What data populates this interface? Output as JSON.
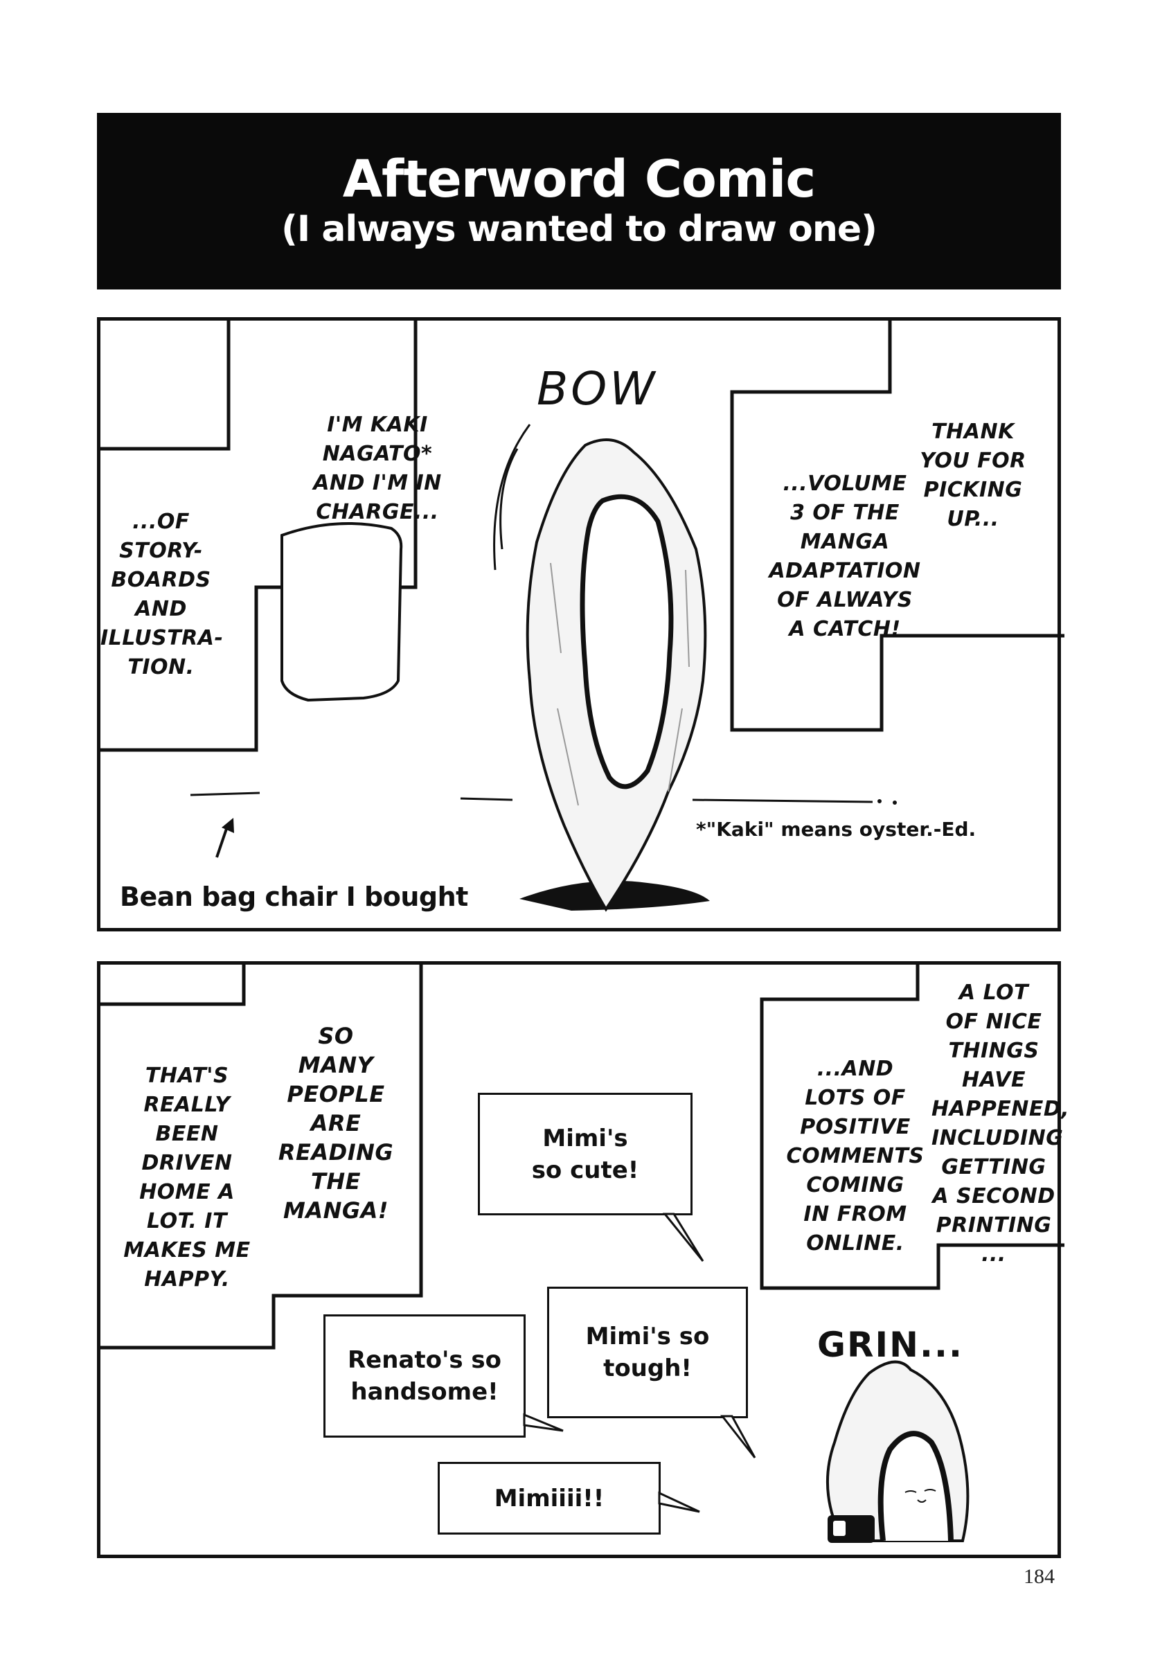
{
  "page": {
    "number": "184",
    "background": "#ffffff"
  },
  "header": {
    "title": "Afterword Comic",
    "subtitle": "(I always wanted to draw one)",
    "background": "#0a0a0a",
    "text_color": "#ffffff"
  },
  "panel1": {
    "captions": [
      {
        "id": "intro",
        "text": "I'M KAKI\nNAGATO*\nAND I'M IN\nCHARGE..."
      },
      {
        "id": "role",
        "text": "...OF\nSTORY-\nBOARDS\nAND\nILLUSTRA-\nTION."
      },
      {
        "id": "thanks",
        "text": "THANK\nYOU FOR\nPICKING\nUP..."
      },
      {
        "id": "volume",
        "text": "...VOLUME\n3 OF THE\nMANGA\nADAPTATION\nOF ALWAYS\nA CATCH!"
      }
    ],
    "sfx": "BOW",
    "arrow_label": "Bean bag chair I bought",
    "footnote": "*\"Kaki\" means oyster.-Ed."
  },
  "panel2": {
    "captions": [
      {
        "id": "happy",
        "text": "THAT'S\nREALLY\nBEEN\nDRIVEN\nHOME A\nLOT. IT\nMAKES ME\nHAPPY."
      },
      {
        "id": "reading",
        "text": "SO\nMANY\nPEOPLE\nARE\nREADING\nTHE\nMANGA!"
      },
      {
        "id": "comments",
        "text": "...AND\nLOTS OF\nPOSITIVE\nCOMMENTS\nCOMING\nIN FROM\nONLINE."
      },
      {
        "id": "nice-things",
        "text": "A LOT\nOF NICE\nTHINGS\nHAVE\nHAPPENED,\nINCLUDING\nGETTING\nA SECOND\nPRINTING\n..."
      }
    ],
    "bubbles": [
      {
        "id": "cute",
        "text": "Mimi's\nso cute!"
      },
      {
        "id": "tough",
        "text": "Mimi's so\ntough!"
      },
      {
        "id": "handsome",
        "text": "Renato's so\nhandsome!"
      },
      {
        "id": "mimiiii",
        "text": "Mimiiii!!"
      }
    ],
    "sfx": "GRIN..."
  }
}
